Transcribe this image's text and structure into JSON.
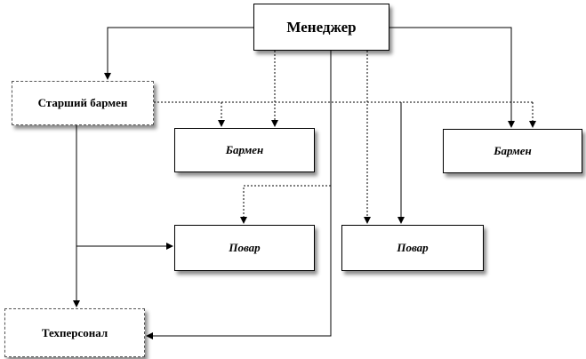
{
  "diagram": {
    "nodes": {
      "manager": "Менеджер",
      "senior_bartender": "Старший бармен",
      "bartender_1": "Бармен",
      "bartender_2": "Бармен",
      "cook_1": "Повар",
      "cook_2": "Повар",
      "tech_staff": "Техперсонал"
    },
    "edges": [
      {
        "from": "manager",
        "to": "senior_bartender",
        "style": "solid"
      },
      {
        "from": "manager",
        "to": "bartender_1",
        "style": "dotted"
      },
      {
        "from": "manager",
        "to": "bartender_2",
        "style": "solid"
      },
      {
        "from": "manager",
        "to": "cook_1",
        "style": "dotted"
      },
      {
        "from": "manager",
        "to": "cook_2",
        "style": "dotted"
      },
      {
        "from": "manager",
        "to": "tech_staff",
        "style": "solid"
      },
      {
        "from": "senior_bartender",
        "to": "bartender_1",
        "style": "dotted"
      },
      {
        "from": "senior_bartender",
        "to": "bartender_2",
        "style": "dotted"
      },
      {
        "from": "senior_bartender",
        "to": "cook_1",
        "style": "solid"
      },
      {
        "from": "senior_bartender",
        "to": "cook_2",
        "style": "solid"
      },
      {
        "from": "senior_bartender",
        "to": "tech_staff",
        "style": "solid"
      }
    ]
  }
}
